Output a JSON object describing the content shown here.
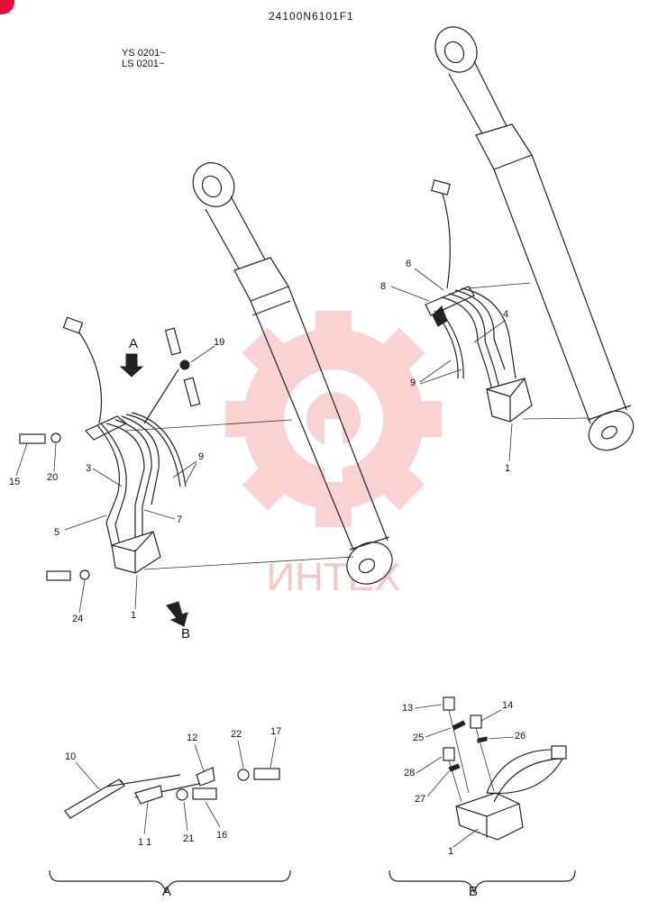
{
  "header": {
    "part_code": "24100N6101F1",
    "serial_lines": [
      "YS 0201~",
      "LS 0201~"
    ]
  },
  "watermark": {
    "text": "ИНТЕХ",
    "color": "#f28080"
  },
  "views": {
    "a": "A",
    "b": "B"
  },
  "callouts": {
    "left": [
      "19",
      "15",
      "20",
      "3",
      "9",
      "5",
      "7",
      "24",
      "1"
    ],
    "right": [
      "6",
      "8",
      "4",
      "9",
      "1"
    ],
    "detail_a": [
      "10",
      "12",
      "22",
      "17",
      "1 1",
      "21",
      "16"
    ],
    "detail_b": [
      "13",
      "14",
      "25",
      "26",
      "28",
      "27",
      "1"
    ]
  },
  "colors": {
    "line": "#222222",
    "corner_badge": "#e0103a"
  }
}
